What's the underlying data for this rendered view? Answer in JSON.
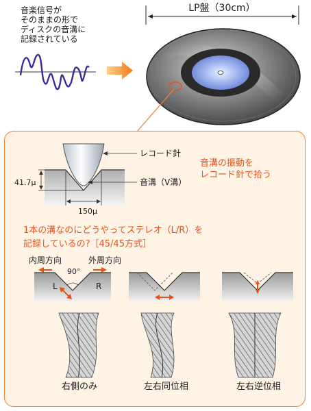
{
  "signal_caption": [
    "音楽信号が",
    "そのままの形で",
    "ディスクの音溝に",
    "記録されている"
  ],
  "lp_label": "LP盤（30cm）",
  "groove_labels": {
    "needle": "レコード針",
    "groove": "音溝（V溝）",
    "depth": "41.7μ",
    "width": "150μ"
  },
  "vibration_note": [
    "音溝の振動を",
    "レコード針で拾う"
  ],
  "question": [
    "1本の溝なのにどうやってステレオ（L/R）を",
    "記録しているの?［45/45方式］"
  ],
  "direction_labels": {
    "inner": "内周方向",
    "outer": "外周方向",
    "angle": "90°",
    "left": "L",
    "right": "R"
  },
  "mode_labels": [
    "右側のみ",
    "左右同位相",
    "左右逆位相"
  ],
  "colors": {
    "accent_orange": "#e8501a",
    "panel_bg": "#fff3e6",
    "signal_blue": "#3a2a9a",
    "label_blue": "#4a6fc0"
  }
}
